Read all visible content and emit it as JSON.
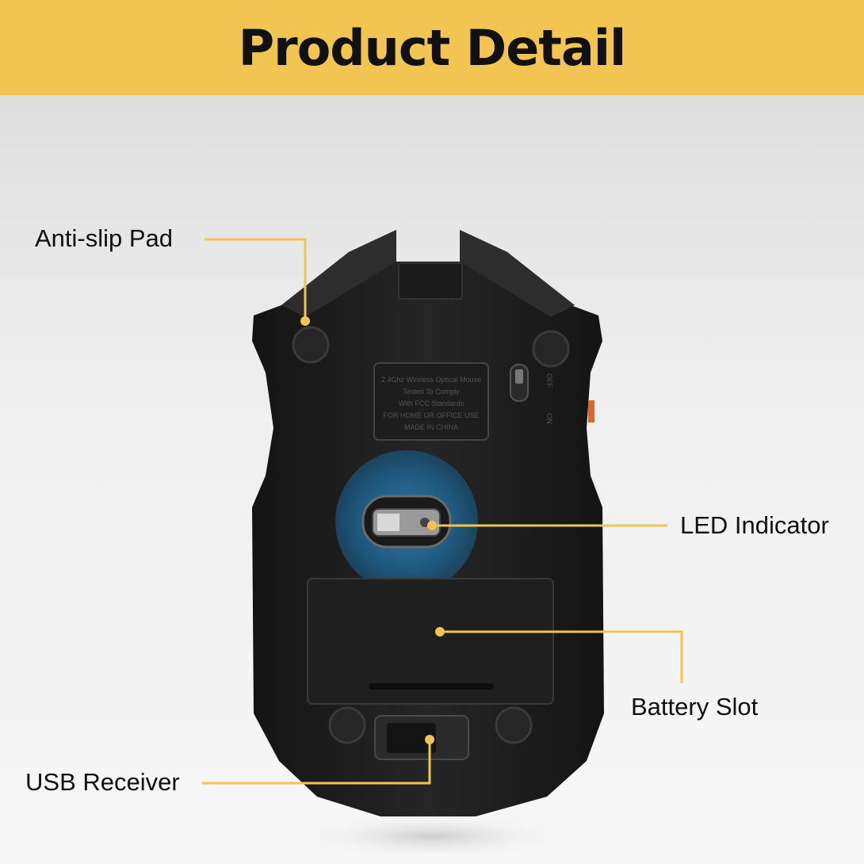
{
  "banner": {
    "title": "Product Detail",
    "color": "#f2c452"
  },
  "callout_color": "#f2c452",
  "mouse": {
    "label_lines": [
      "2.4Ghz Wireless Optical Mouse",
      "Tested To Comply",
      "With FCC Standards",
      "FOR HOME OR OFFICE USE",
      "MADE IN CHINA"
    ],
    "switch_off": "OFF",
    "switch_on": "ON"
  },
  "callouts": {
    "anti_slip": "Anti-slip Pad",
    "led": "LED Indicator",
    "battery": "Battery Slot",
    "usb": "USB Receiver"
  }
}
